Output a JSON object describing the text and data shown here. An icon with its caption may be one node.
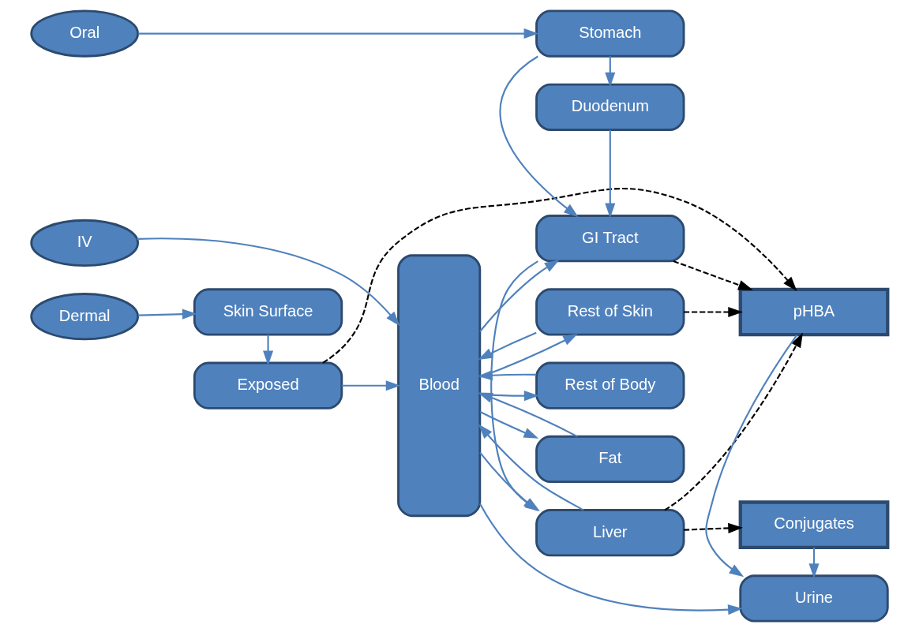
{
  "diagram": {
    "nodes": [
      {
        "text": [
          "Exposed"
        ]
      },
      {
        "text": [
          "Skin Surface"
        ]
      },
      {
        "text": [
          "Dermal"
        ]
      },
      {
        "text": [
          "IV"
        ]
      },
      {
        "text": [
          "Oral"
        ]
      },
      {
        "text": [
          "Rest of Skin"
        ]
      },
      {
        "text": [
          "Rest of Body"
        ]
      },
      {
        "text": [
          "Fat"
        ]
      },
      {
        "text": [
          "Liver"
        ]
      },
      {
        "text": [
          "GI Tract"
        ]
      },
      {
        "text": [
          "Stomach"
        ]
      },
      {
        "text": [
          "Duodenum"
        ]
      },
      {
        "text": [
          "Blood"
        ]
      },
      {
        "text": [
          "pHBA"
        ]
      },
      {
        "text": [
          "Urine"
        ]
      },
      {
        "text": [
          "Conjugates"
        ]
      }
    ],
    "edges": [
      {
        "from": 2,
        "to": 1,
        "arrow": "to"
      },
      {
        "from": 1,
        "to": 0,
        "arrow": "to"
      },
      {
        "from": 0,
        "to": 12,
        "arrow": "to"
      },
      {
        "from": 3,
        "to": 12,
        "arrow": "to"
      },
      {
        "from": 5,
        "to": 12,
        "arrow": "to"
      },
      {
        "from": 6,
        "to": 12,
        "arrow": "to"
      },
      {
        "from": 7,
        "to": 12,
        "arrow": "to"
      },
      {
        "from": 8,
        "to": 12,
        "arrow": "to"
      },
      {
        "from": 12,
        "to": 5,
        "arrow": "to"
      },
      {
        "from": 12,
        "to": 6,
        "arrow": "to"
      },
      {
        "from": 12,
        "to": 7,
        "arrow": "to"
      },
      {
        "from": 12,
        "to": 8,
        "arrow": "to"
      },
      {
        "from": 12,
        "to": 9,
        "arrow": "to"
      },
      {
        "from": 9,
        "to": 8,
        "arrow": "to"
      },
      {
        "from": 4,
        "to": 10,
        "arrow": "to"
      },
      {
        "from": 10,
        "to": 11,
        "arrow": "to"
      },
      {
        "from": 10,
        "to": 9,
        "arrow": "to"
      },
      {
        "from": 11,
        "to": 9,
        "arrow": "to"
      },
      {
        "from": 12,
        "to": 14,
        "arrow": "to"
      },
      {
        "from": 13,
        "to": 14,
        "arrow": "to"
      },
      {
        "from": 15,
        "to": 14,
        "arrow": "to"
      },
      {
        "from": 0,
        "to": 13,
        "arrow": "to",
        "style": "dashed",
        "color": "#000000"
      },
      {
        "from": 5,
        "to": 13,
        "arrow": "to",
        "style": "dashed",
        "color": "#000000"
      },
      {
        "from": 8,
        "to": 13,
        "arrow": "to",
        "style": "dashed",
        "color": "#000000"
      },
      {
        "from": 9,
        "to": 13,
        "arrow": "to",
        "style": "dashed",
        "color": "#000000"
      },
      {
        "from": 8,
        "to": 15,
        "arrow": "to",
        "style": "dashed",
        "color": "#000000"
      }
    ]
  }
}
